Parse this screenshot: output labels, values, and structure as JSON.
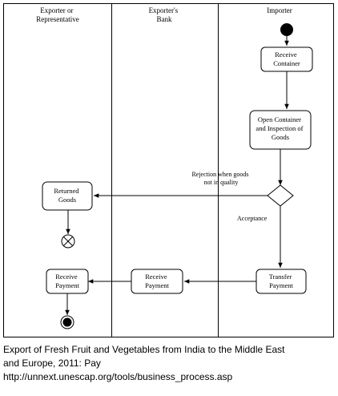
{
  "lanes": [
    {
      "id": "exporter",
      "title_lines": [
        "Exporter or",
        "Representative"
      ]
    },
    {
      "id": "bank",
      "title_lines": [
        "Exporter's",
        "Bank"
      ]
    },
    {
      "id": "importer",
      "title_lines": [
        "Importer"
      ]
    }
  ],
  "nodes": {
    "receive_container": {
      "lines": [
        "Receive",
        "Container"
      ]
    },
    "open_container": {
      "lines": [
        "Open Container",
        "and Inspection of",
        "Goods"
      ]
    },
    "returned_goods": {
      "lines": [
        "Returned",
        "Goods"
      ]
    },
    "transfer_payment": {
      "lines": [
        "Transfer",
        "Payment"
      ]
    },
    "bank_receive_payment": {
      "lines": [
        "Receive",
        "Payment"
      ]
    },
    "exporter_receive_payment": {
      "lines": [
        "Receive",
        "Payment"
      ]
    }
  },
  "edges": {
    "rejection": {
      "lines": [
        "Rejection when goods",
        "not in quality"
      ]
    },
    "acceptance": {
      "lines": [
        "Acceptance"
      ]
    }
  },
  "caption": {
    "line1": "Export of Fresh Fruit and Vegetables from India to the Middle East",
    "line2": "and Europe, 2011: Pay",
    "line3": "http://unnext.unescap.org/tools/business_process.asp"
  }
}
